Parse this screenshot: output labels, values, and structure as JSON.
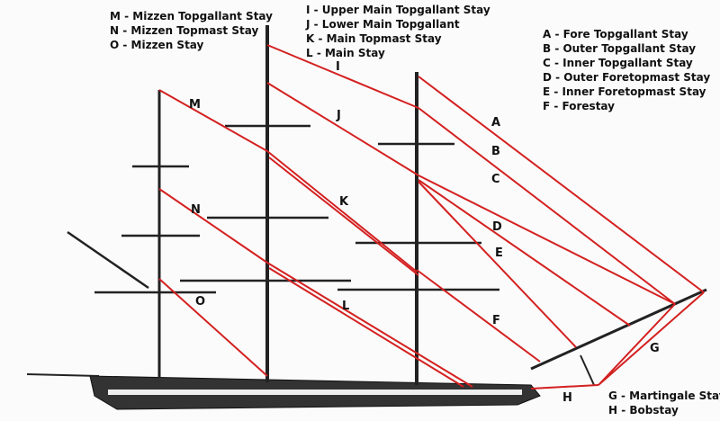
{
  "legends": {
    "mizzen": [
      "M - Mizzen Topgallant Stay",
      "N - Mizzen Topmast Stay",
      "O - Mizzen Stay"
    ],
    "main": [
      "I - Upper Main Topgallant Stay",
      "J - Lower Main Topgallant",
      "K - Main Topmast Stay",
      "L - Main Stay"
    ],
    "fore": [
      "A - Fore Topgallant Stay",
      "B - Outer Topgallant Stay",
      "C - Inner Topgallant Stay",
      "D - Outer Foretopmast Stay",
      "E - Inner Foretopmast Stay",
      "F - Forestay"
    ],
    "bow": [
      "G - Martingale Stay",
      "H - Bobstay"
    ]
  },
  "letters": {
    "A": "A",
    "B": "B",
    "C": "C",
    "D": "D",
    "E": "E",
    "F": "F",
    "G": "G",
    "H": "H",
    "I": "I",
    "J": "J",
    "K": "K",
    "L": "L",
    "M": "M",
    "N": "N",
    "O": "O"
  },
  "colors": {
    "stay": "#d42020",
    "rigging": "#222222"
  }
}
